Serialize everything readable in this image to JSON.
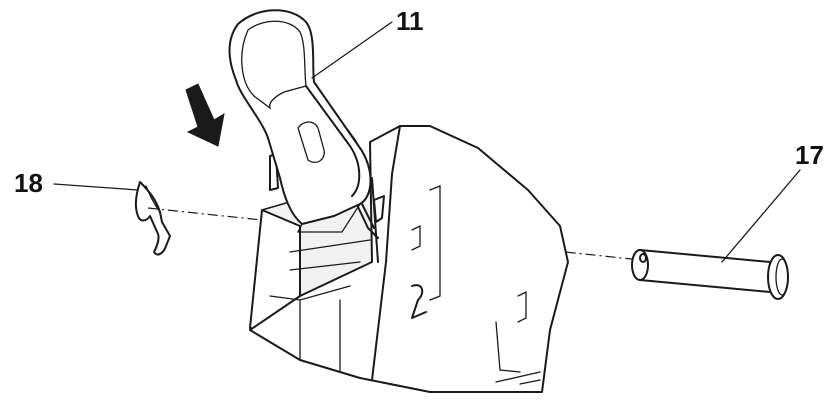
{
  "callouts": {
    "part_11": "11",
    "part_17": "17",
    "part_18": "18"
  },
  "colors": {
    "ink": "#1a1a1a",
    "background": "#ffffff"
  },
  "icons": {
    "direction": "down-arrow-icon"
  }
}
